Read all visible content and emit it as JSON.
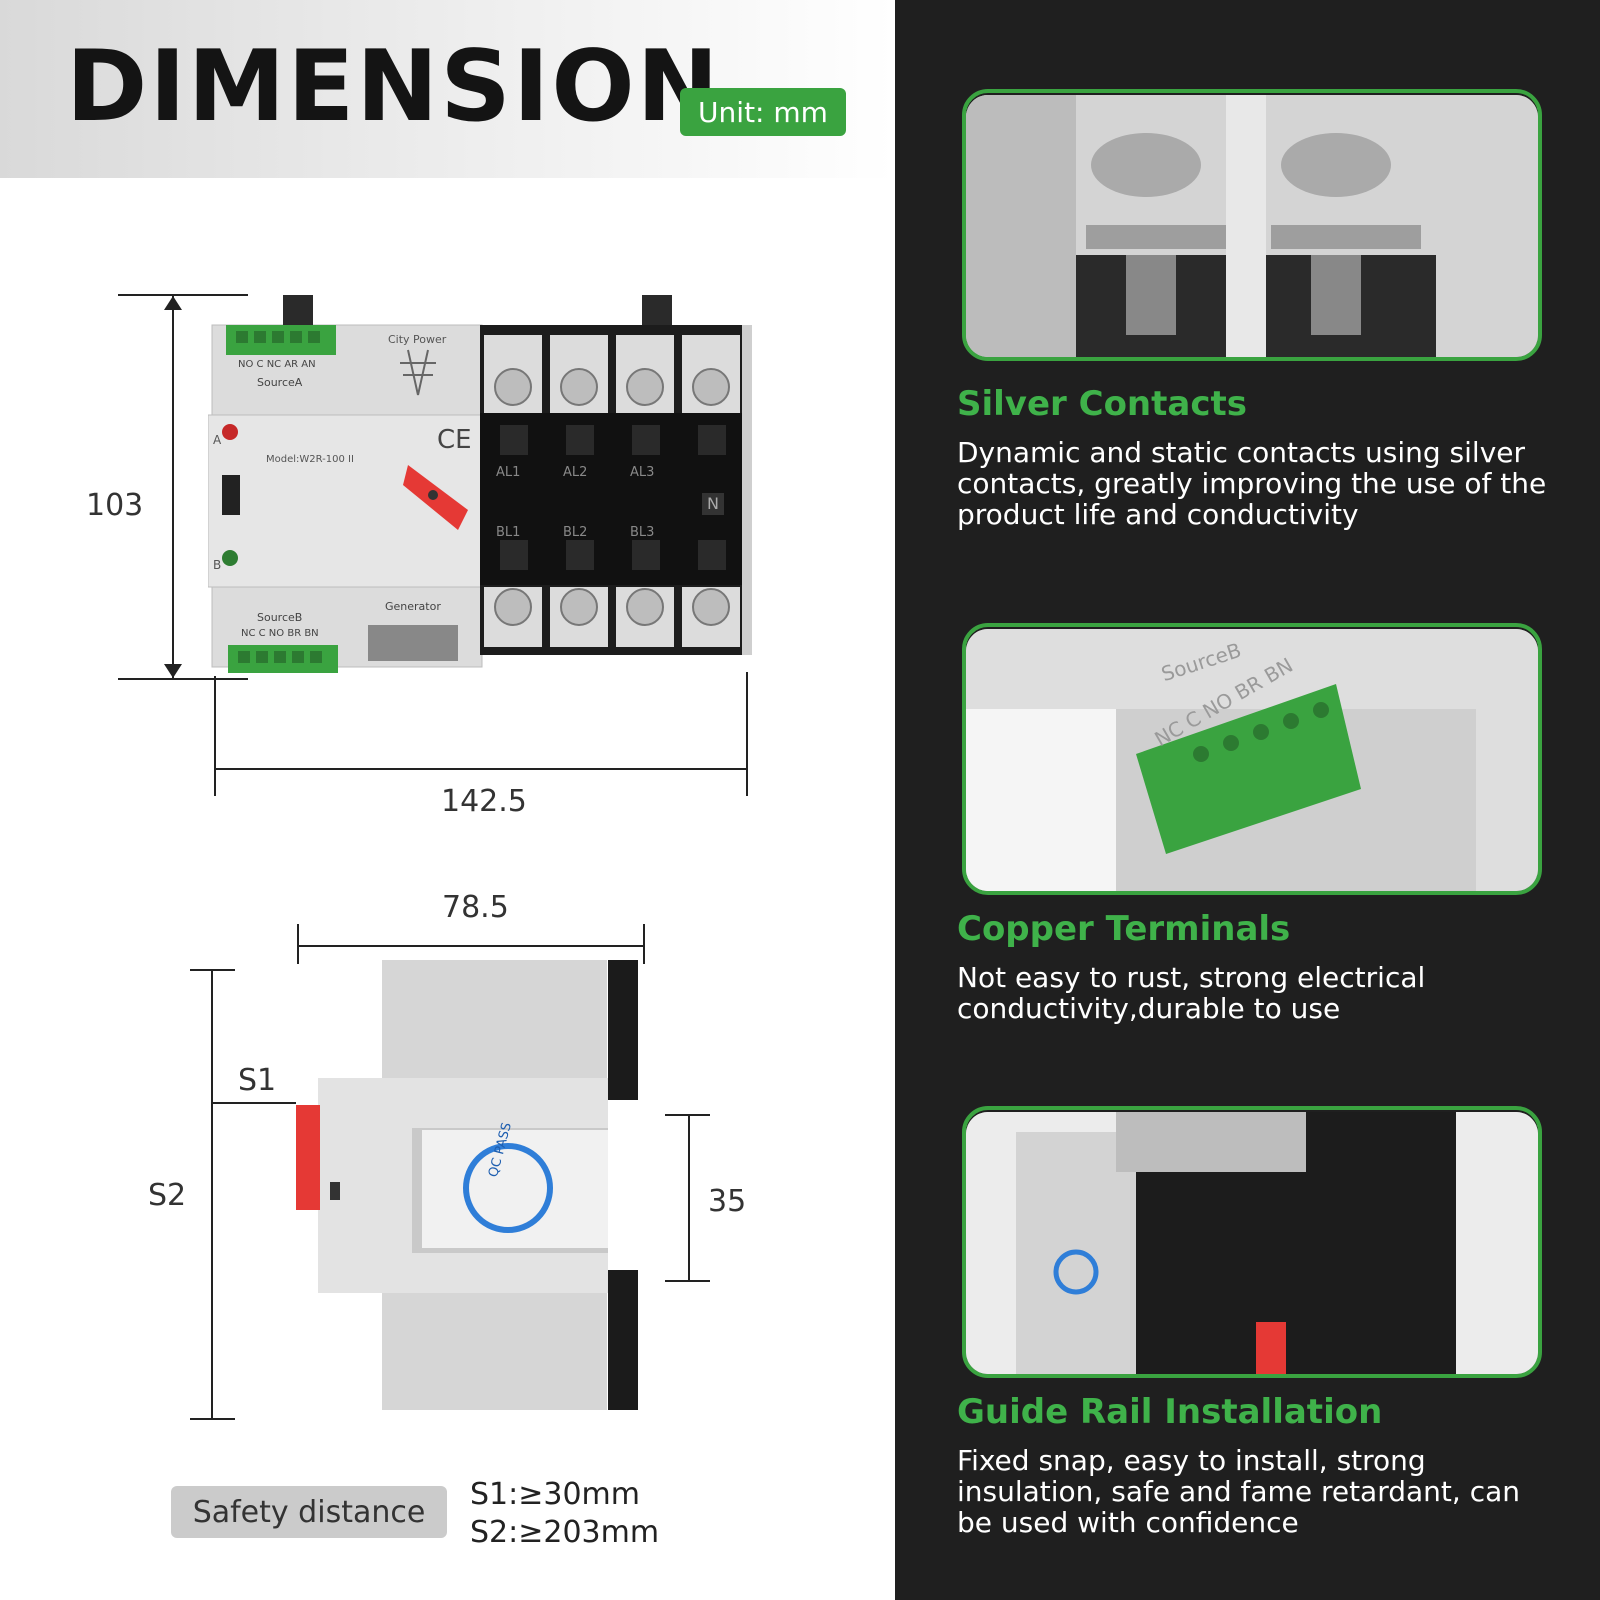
{
  "header": {
    "title": "DIMENSION",
    "unit_badge": "Unit: mm"
  },
  "front_view": {
    "height_label": "103",
    "width_label": "142.5",
    "device": {
      "source_a_terminals": "NO C NC AR AN",
      "source_a_label": "SourceA",
      "city_power_label": "City Power",
      "model_label": "Model:W2R-100 II",
      "source_b_label": "SourceB",
      "source_b_terminals": "NC C NO BR BN",
      "generator_label": "Generator",
      "ce_mark": "CE",
      "al_labels": [
        "AL1",
        "AL2",
        "AL3"
      ],
      "bl_labels": [
        "BL1",
        "BL2",
        "BL3"
      ],
      "neutral_label": "N",
      "indicator_a": "A",
      "indicator_b": "B"
    }
  },
  "side_view": {
    "depth_label": "78.5",
    "s1_label": "S1",
    "s2_label": "S2",
    "rail_label": "35",
    "qc_label": "QC PASS"
  },
  "safety": {
    "badge": "Safety distance",
    "s1": "S1:≥30mm",
    "s2": "S2:≥203mm"
  },
  "features": [
    {
      "title": "Silver Contacts",
      "desc": "Dynamic and static contacts using silver contacts, greatly improving the use of the product life and conductivity"
    },
    {
      "title": "Copper Terminals",
      "desc": "Not easy to rust, strong electrical conductivity,durable to use",
      "photo_text": "SourceB",
      "photo_terminals": "NC C NO BR BN"
    },
    {
      "title": "Guide Rail Installation",
      "desc": "Fixed snap, easy to install, strong insulation, safe and fame retardant, can be used with confidence"
    }
  ],
  "colors": {
    "accent_green": "#3aa340",
    "dark_panel": "#1f1f1f",
    "switch_red": "#e53935"
  }
}
